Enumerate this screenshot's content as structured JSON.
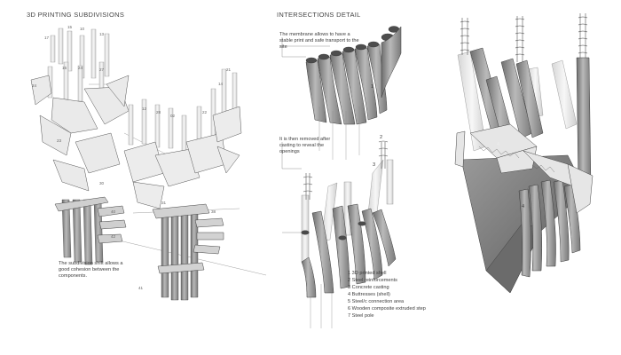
{
  "titles": {
    "subdivisions": "3D PRINTING SUBDIVISIONS",
    "intersections": "INTERSECTIONS DETAIL"
  },
  "notes": {
    "membrane": "The membrane allows to have a stable print and safe transport to the site",
    "removed": "It is then removed after casting to reveal the openings",
    "subdivision": "The subdivision shift allows a good cohesion between the components."
  },
  "detail_marks": [
    "1",
    "2",
    "3"
  ],
  "legend": [
    "1 3D printed shell",
    "2 Steel reinforcements",
    "3 Concrete casting",
    "4 Buttresses (shell)",
    "5 Steel/c connection area",
    "6 Wooden composite extruded step",
    "7 Steel pole"
  ],
  "axonometric_marks": [
    "4",
    "4"
  ]
}
